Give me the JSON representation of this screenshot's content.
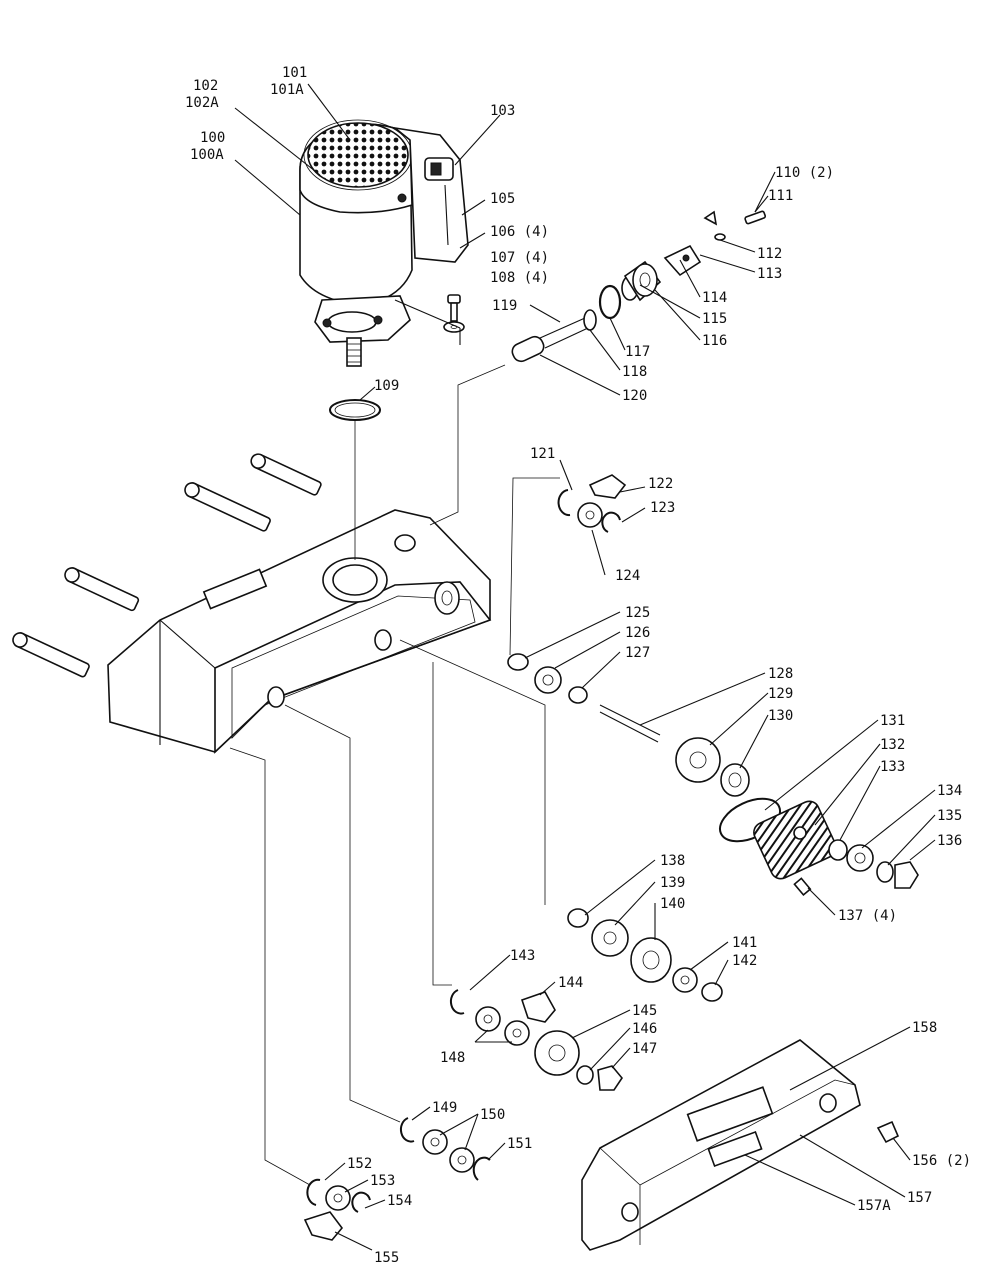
{
  "labels": {
    "l100": "100",
    "l100a": "100A",
    "l101": "101",
    "l101a": "101A",
    "l102": "102",
    "l102a": "102A",
    "l103": "103",
    "l105": "105",
    "l106": "106 (4)",
    "l107": "107 (4)",
    "l108": "108 (4)",
    "l109": "109",
    "l110": "110 (2)",
    "l111": "111",
    "l112": "112",
    "l113": "113",
    "l114": "114",
    "l115": "115",
    "l116": "116",
    "l117": "117",
    "l118": "118",
    "l119": "119",
    "l120": "120",
    "l121": "121",
    "l122": "122",
    "l123": "123",
    "l124": "124",
    "l125": "125",
    "l126": "126",
    "l127": "127",
    "l128": "128",
    "l129": "129",
    "l130": "130",
    "l131": "131",
    "l132": "132",
    "l133": "133",
    "l134": "134",
    "l135": "135",
    "l136": "136",
    "l137": "137 (4)",
    "l138": "138",
    "l139": "139",
    "l140": "140",
    "l141": "141",
    "l142": "142",
    "l143": "143",
    "l144": "144",
    "l145": "145",
    "l146": "146",
    "l147": "147",
    "l148": "148",
    "l149": "149",
    "l150": "150",
    "l151": "151",
    "l152": "152",
    "l153": "153",
    "l154": "154",
    "l155": "155",
    "l156": "156 (2)",
    "l157": "157",
    "l157a": "157A",
    "l158": "158"
  }
}
